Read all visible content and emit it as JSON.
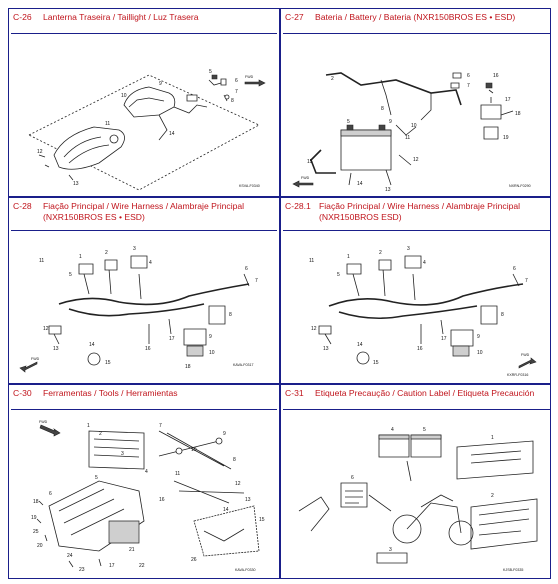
{
  "sections": [
    {
      "code": "C-26",
      "title": "Lanterna Traseira / Taillight / Luz Trasera",
      "ref": "KSVA-F0340"
    },
    {
      "code": "C-27",
      "title": "Bateria / Battery / Bateria (NXR150BROS ES • ESD)",
      "ref": "NXRN-F0290"
    },
    {
      "code": "C-28",
      "title": "Fiação Principal / Wire Harness / Alambraje Principal (NXR150BROS ES • ESD)",
      "ref": "KAVA-F0317"
    },
    {
      "code": "C-28.1",
      "title": "Fiação Principal / Wire Harness / Alambraje Principal (NXR150BROS ESD)",
      "ref": "KXRR-F0316"
    },
    {
      "code": "C-30",
      "title": "Ferramentas / Tools / Herramientas",
      "ref": "KAVA-F0330"
    },
    {
      "code": "C-31",
      "title": "Etiqueta Precaução / Caution Label / Etiqueta Precaución",
      "ref": "KJSB-F0335"
    }
  ],
  "labels": {
    "fwd": "FWD",
    "c26": [
      "5",
      "6",
      "7",
      "8",
      "9",
      "10",
      "11",
      "12",
      "13",
      "14"
    ],
    "c27": [
      "2",
      "5",
      "6",
      "7",
      "8",
      "9",
      "10",
      "11",
      "12",
      "13",
      "14",
      "15",
      "16",
      "17",
      "18",
      "19"
    ],
    "c28": [
      "1",
      "2",
      "3",
      "4",
      "5",
      "6",
      "7",
      "8",
      "9",
      "10",
      "11",
      "12",
      "13",
      "14",
      "15",
      "16",
      "17",
      "18"
    ],
    "c281": [
      "1",
      "2",
      "3",
      "4",
      "5",
      "6",
      "7",
      "8",
      "9",
      "10",
      "11",
      "12",
      "13",
      "14",
      "15",
      "16",
      "17"
    ],
    "c30": [
      "1",
      "2",
      "3",
      "4",
      "5",
      "6",
      "7",
      "8",
      "9",
      "10",
      "11",
      "12",
      "13",
      "14",
      "15",
      "16",
      "17",
      "18",
      "19",
      "20",
      "21",
      "22",
      "23",
      "24",
      "25",
      "26"
    ],
    "c31": [
      "1",
      "2",
      "3",
      "4",
      "5",
      "6"
    ]
  }
}
